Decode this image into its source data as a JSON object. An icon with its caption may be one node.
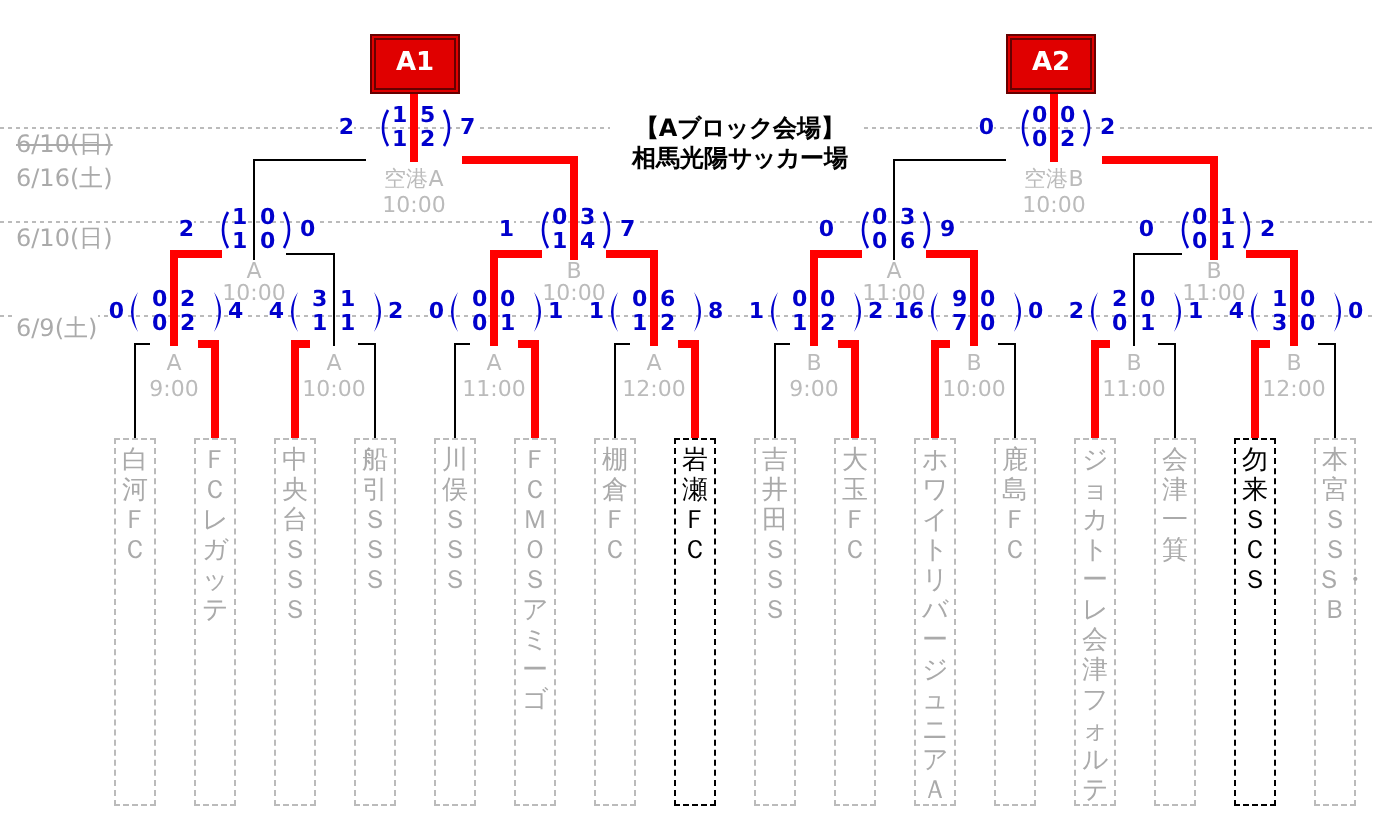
{
  "diagram": {
    "title": "【Aブロック会場】相馬光陽サッカー場",
    "nodes": [
      {
        "text": [
          "A1"
        ]
      },
      {
        "text": [
          "A2"
        ]
      },
      {
        "text": [
          "空港A",
          "10:00"
        ],
        "beside": [
          "2",
          "1",
          "5",
          "1",
          "2",
          "7"
        ]
      },
      {
        "text": [
          "空港B",
          "10:00"
        ],
        "beside": [
          "0",
          "0",
          "0",
          "0",
          "2",
          "2"
        ]
      },
      {
        "text": [
          "A",
          "10:00"
        ],
        "beside": [
          "2",
          "1",
          "0",
          "1",
          "0",
          "0"
        ]
      },
      {
        "text": [
          "B",
          "10:00"
        ],
        "beside": [
          "1",
          "0",
          "3",
          "1",
          "4",
          "7"
        ]
      },
      {
        "text": [
          "A",
          "11:00"
        ],
        "beside": [
          "0",
          "0",
          "3",
          "0",
          "6",
          "9"
        ]
      },
      {
        "text": [
          "B",
          "11:00"
        ],
        "beside": [
          "0",
          "0",
          "1",
          "0",
          "1",
          "2"
        ]
      },
      {
        "text": [
          "A",
          "9:00"
        ]
      },
      {
        "text": [
          "A",
          "10:00"
        ]
      },
      {
        "text": [
          "A",
          "11:00"
        ]
      },
      {
        "text": [
          "A",
          "12:00"
        ]
      },
      {
        "text": [
          "B",
          "9:00"
        ]
      },
      {
        "text": [
          "B",
          "10:00"
        ]
      },
      {
        "text": [
          "B",
          "11:00"
        ]
      },
      {
        "text": [
          "B",
          "12:00"
        ]
      },
      {
        "text": [
          "白河ＦＣ"
        ]
      },
      {
        "text": [
          "ＦＣレガッテ"
        ]
      },
      {
        "text": [
          "中央台ＳＳＳ"
        ]
      },
      {
        "text": [
          "船引ＳＳＳ"
        ]
      },
      {
        "text": [
          "川俣ＳＳＳ"
        ]
      },
      {
        "text": [
          "ＦＣＭＯＳアミーゴ"
        ]
      },
      {
        "text": [
          "棚倉ＦＣ"
        ]
      },
      {
        "text": [
          "岩瀬ＦＣ"
        ]
      },
      {
        "text": [
          "吉井田ＳＳＳ"
        ]
      },
      {
        "text": [
          "大玉ＦＣ"
        ]
      },
      {
        "text": [
          "ホワイトリバージュニアＡ"
        ]
      },
      {
        "text": [
          "鹿島ＦＣ"
        ]
      },
      {
        "text": [
          "ジョカトーレ会津フォルテ"
        ]
      },
      {
        "text": [
          "会津一箕"
        ]
      },
      {
        "text": [
          "勿来ＳＣＳ"
        ]
      },
      {
        "text": [
          "本宮ＳＳＳ・Ｂ"
        ]
      }
    ],
    "edges": [
      {
        "from": 16,
        "to": 8,
        "arrow": "none",
        "color": "#000000"
      },
      {
        "from": 17,
        "to": 8,
        "arrow": "none"
      },
      {
        "from": 18,
        "to": 9,
        "arrow": "none"
      },
      {
        "from": 19,
        "to": 9,
        "arrow": "none",
        "color": "#000000"
      },
      {
        "from": 20,
        "to": 10,
        "arrow": "none",
        "color": "#000000"
      },
      {
        "from": 21,
        "to": 10,
        "arrow": "none"
      },
      {
        "from": 22,
        "to": 11,
        "arrow": "none",
        "color": "#000000"
      },
      {
        "from": 23,
        "to": 11,
        "arrow": "none"
      },
      {
        "from": 24,
        "to": 12,
        "arrow": "none",
        "color": "#000000"
      },
      {
        "from": 25,
        "to": 12,
        "arrow": "none"
      },
      {
        "from": 26,
        "to": 13,
        "arrow": "none"
      },
      {
        "from": 27,
        "to": 13,
        "arrow": "none",
        "color": "#000000"
      },
      {
        "from": 28,
        "to": 14,
        "arrow": "none"
      },
      {
        "from": 29,
        "to": 14,
        "arrow": "none",
        "color": "#000000"
      },
      {
        "from": 30,
        "to": 15,
        "arrow": "none"
      },
      {
        "from": 31,
        "to": 15,
        "arrow": "none",
        "color": "#000000"
      },
      {
        "from": 8,
        "to": 4,
        "arrow": "none"
      },
      {
        "from": 9,
        "to": 4,
        "arrow": "none",
        "color": "#000000"
      },
      {
        "from": 10,
        "to": 5,
        "arrow": "none"
      },
      {
        "from": 11,
        "to": 5,
        "arrow": "none"
      },
      {
        "from": 12,
        "to": 6,
        "arrow": "none"
      },
      {
        "from": 13,
        "to": 6,
        "arrow": "none"
      },
      {
        "from": 14,
        "to": 7,
        "arrow": "none",
        "color": "#000000"
      },
      {
        "from": 15,
        "to": 7,
        "arrow": "none"
      },
      {
        "from": 4,
        "to": 2,
        "arrow": "none",
        "color": "#000000"
      },
      {
        "from": 5,
        "to": 2,
        "arrow": "none"
      },
      {
        "from": 6,
        "to": 3,
        "arrow": "none",
        "color": "#000000"
      },
      {
        "from": 7,
        "to": 3,
        "arrow": "none"
      },
      {
        "from": 2,
        "to": 0,
        "arrow": "none"
      },
      {
        "from": 3,
        "to": 1,
        "arrow": "none"
      }
    ],
    "labels": [
      "6/10(日)",
      "6/16(土)",
      "6/10(日)",
      "6/9(土)",
      "0",
      "0",
      "2",
      "0",
      "2",
      "4",
      "4",
      "3",
      "1",
      "1",
      "1",
      "2",
      "0",
      "0",
      "0",
      "0",
      "1",
      "1",
      "1",
      "0",
      "6",
      "1",
      "2",
      "8",
      "1",
      "0",
      "0",
      "1",
      "2",
      "2",
      "16",
      "9",
      "0",
      "7",
      "0",
      "0",
      "2",
      "2",
      "0",
      "0",
      "1",
      "1",
      "4",
      "1",
      "0",
      "3",
      "0",
      "0"
    ]
  }
}
